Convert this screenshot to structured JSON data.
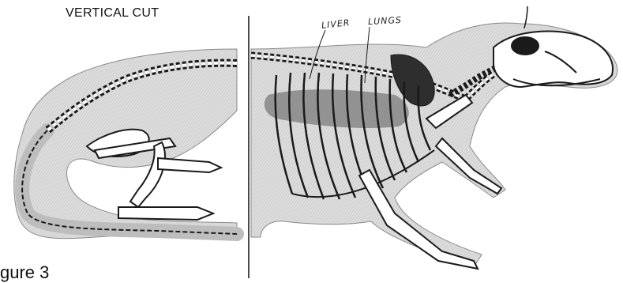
{
  "header": {
    "title": "VERTICAL CUT"
  },
  "labels": {
    "liver": "LIVER",
    "lungs": "LUNGS"
  },
  "footer": {
    "caption": "gure 3"
  },
  "colors": {
    "body_fill": "#d6d6d6",
    "outline": "#1a1a1a",
    "organ": "#2e2e2e",
    "paper": "#ffffff"
  }
}
